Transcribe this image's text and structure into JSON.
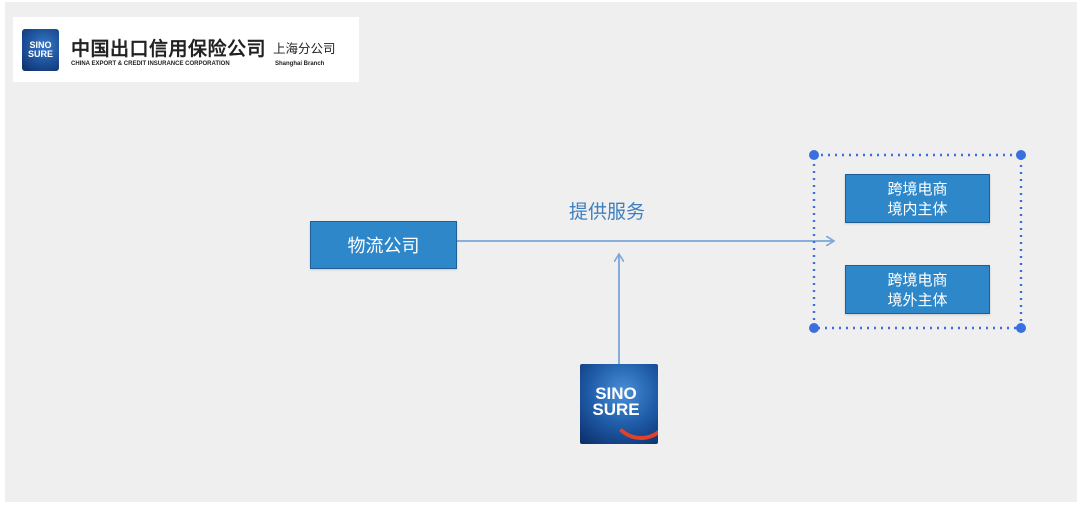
{
  "header": {
    "logo_mark_line1": "SINO",
    "logo_mark_line2": "SURE",
    "company_cn": "中国出口信用保险公司",
    "company_en": "CHINA EXPORT & CREDIT INSURANCE CORPORATION",
    "branch_cn": "上海分公司",
    "branch_en": "Shanghai Branch"
  },
  "diagram": {
    "logistics_company": "物流公司",
    "service_label": "提供服务",
    "domestic_entity_line1": "跨境电商",
    "domestic_entity_line2": "境内主体",
    "foreign_entity_line1": "跨境电商",
    "foreign_entity_line2": "境外主体"
  },
  "sinosure_logo": {
    "line1": "SINO",
    "line2": "SURE"
  },
  "colors": {
    "box_fill": "#2e87c8",
    "connector": "#7aa6d8",
    "selection_dots": "#3a6fe0"
  }
}
